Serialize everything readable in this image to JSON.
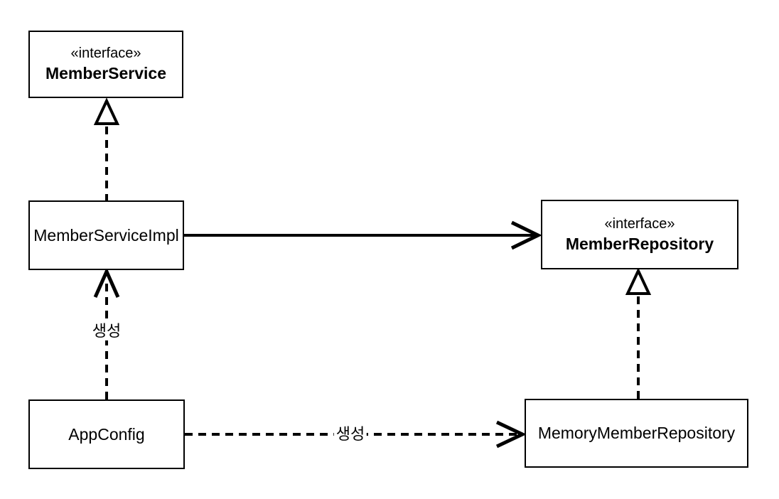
{
  "diagram": {
    "type": "uml-class-diagram",
    "colors": {
      "line": "#000000",
      "background": "#ffffff",
      "box_fill": "#ffffff"
    },
    "nodes": [
      {
        "id": "member-service",
        "stereotype": "«interface»",
        "name": "MemberService"
      },
      {
        "id": "member-service-impl",
        "stereotype": "",
        "name": "MemberServiceImpl"
      },
      {
        "id": "member-repository",
        "stereotype": "«interface»",
        "name": "MemberRepository"
      },
      {
        "id": "app-config",
        "stereotype": "",
        "name": "AppConfig"
      },
      {
        "id": "memory-member-repository",
        "stereotype": "",
        "name": "MemoryMemberRepository"
      }
    ],
    "edges": [
      {
        "from": "MemberServiceImpl",
        "to": "MemberService",
        "type": "realization",
        "style": "dashed-hollow-triangle",
        "label": ""
      },
      {
        "from": "MemberServiceImpl",
        "to": "MemberRepository",
        "type": "association",
        "style": "solid-open-arrow",
        "label": ""
      },
      {
        "from": "AppConfig",
        "to": "MemberServiceImpl",
        "type": "dependency",
        "style": "dashed-open-arrow",
        "label": "생성"
      },
      {
        "from": "AppConfig",
        "to": "MemoryMemberRepository",
        "type": "dependency",
        "style": "dashed-open-arrow",
        "label": "생성"
      },
      {
        "from": "MemoryMemberRepository",
        "to": "MemberRepository",
        "type": "realization",
        "style": "dashed-hollow-triangle",
        "label": ""
      }
    ]
  }
}
